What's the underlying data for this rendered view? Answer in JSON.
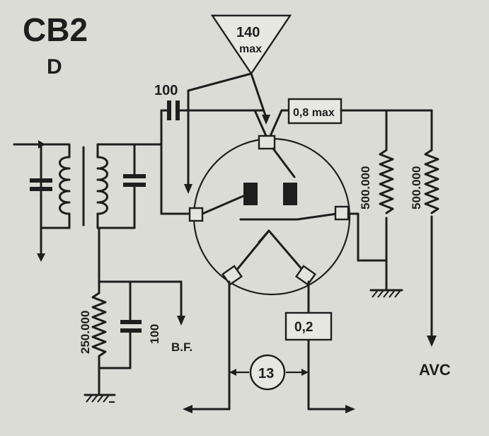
{
  "title": "CB2",
  "subtitle": "D",
  "labels": {
    "plate_load": "140",
    "plate_load_unit": "max",
    "capacitor_100_top": "100",
    "fuse_plate": "0,8 max",
    "resistor_500k_a": "500.000",
    "resistor_500k_b": "500.000",
    "resistor_250k": "250.000",
    "capacitor_100_low": "100",
    "bf": "B.F.",
    "avc": "AVC",
    "fuse_heater": "0,2",
    "heater_voltage": "13"
  },
  "colors": {
    "background": "#dcdcd6",
    "ink": "#1e1e1e"
  }
}
